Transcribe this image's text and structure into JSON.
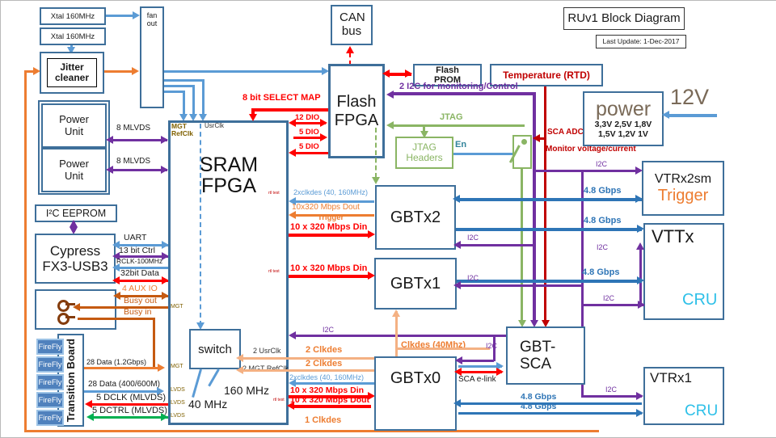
{
  "header": {
    "title": "RUv1 Block Diagram",
    "updated": "Last Update: 1-Dec-2017"
  },
  "colors": {
    "box_border": "#3e6f9a",
    "blue": "#5b9bd5",
    "blue_bold": "#2e75b6",
    "orange": "#ed7d31",
    "light_orange": "#f4b183",
    "purple": "#7030a0",
    "red": "#ff0000",
    "dark_red": "#c00000",
    "green": "#8ab564",
    "dark_green": "#00b050",
    "brown": "#c55a11",
    "key_brown": "#843c0c",
    "cyan": "#2ec0e8",
    "olive": "#7f6000",
    "power_gray": "#7a6a58"
  },
  "boxes": {
    "xtal": "Xtal 160MHz",
    "fanout": "fan out",
    "canbus": "CAN bus",
    "jitter": "Jitter cleaner",
    "power_unit": "Power Unit",
    "eeprom": "I²C EEPROM",
    "cypress": "Cypress FX3-USB3",
    "transition": "Transition Board",
    "firefly": "FireFly",
    "sram": "SRAM FPGA",
    "switch": "switch",
    "flash_fpga": "Flash FPGA",
    "flash_prom": "Flash PROM",
    "temperature": "Temperature (RTD)",
    "power": "power",
    "rails_a": "3,3V 2,5V 1,8V",
    "rails_b": "1,5V 1,2V 1V",
    "v12": "12V",
    "jtag_headers": "JTAG Headers",
    "gbtx2": "GBTx2",
    "gbtx1": "GBTx1",
    "gbtx0": "GBTx0",
    "gbt_sca": "GBT-SCA",
    "vtrx2sm": "VTRx2sm",
    "vtrx2sm_sub": "Trigger",
    "vttx": "VTTx",
    "vtrx1": "VTRx1",
    "cru": "CRU"
  },
  "signals": {
    "select_map": "8 bit SELECT MAP",
    "dio12": "12 DIO",
    "dio5": "5 DIO",
    "i2c_mon": "2 I2C for monitoring/Control",
    "jtag": "JTAG",
    "en": "En",
    "sca_adc": "SCA ADC",
    "monitor": "Monitor voltage/current",
    "mlvds8": "8 MLVDS",
    "mgt_refclk": "MGT RefClk",
    "usrclk": "UsrClk",
    "clkdes2x": "2xclkdes (40, 160MHz)",
    "dout10": "10x320 Mbps Dout",
    "trigger": "Trigger",
    "din10": "10 x 320 Mbps Din",
    "dout10b": "10 x 320 Mbps Dout",
    "i2c": "I2C",
    "gbps": "4.8 Gbps",
    "uart": "UART",
    "ctrl13": "13 bit Ctrl",
    "rclk": "RCLK-100MHz",
    "data32": "32bit Data",
    "aux4": "4 AUX IO",
    "busy_out": "Busy out",
    "busy_in": "Busy in",
    "data28a": "28 Data (1.2Gbps)",
    "data28b": "28 Data (400/600M)",
    "dclk5": "5 DCLK (MLVDS)",
    "dctrl5": "5 DCTRL (MLVDS)",
    "usrclk2": "2 UsrClk",
    "mgt_refclk2": "2 MGT RefClk",
    "clkdes2": "2 Clkdes",
    "clkdes1": "1 Clkdes",
    "clkdes40": "Clkdes (40Mhz)",
    "sca_elink": "SCA e-link",
    "mhz160": "160 MHz",
    "mhz40": "40 MHz",
    "mgt": "MGT",
    "lvds": "LVDS",
    "rtl": "rtl test"
  }
}
